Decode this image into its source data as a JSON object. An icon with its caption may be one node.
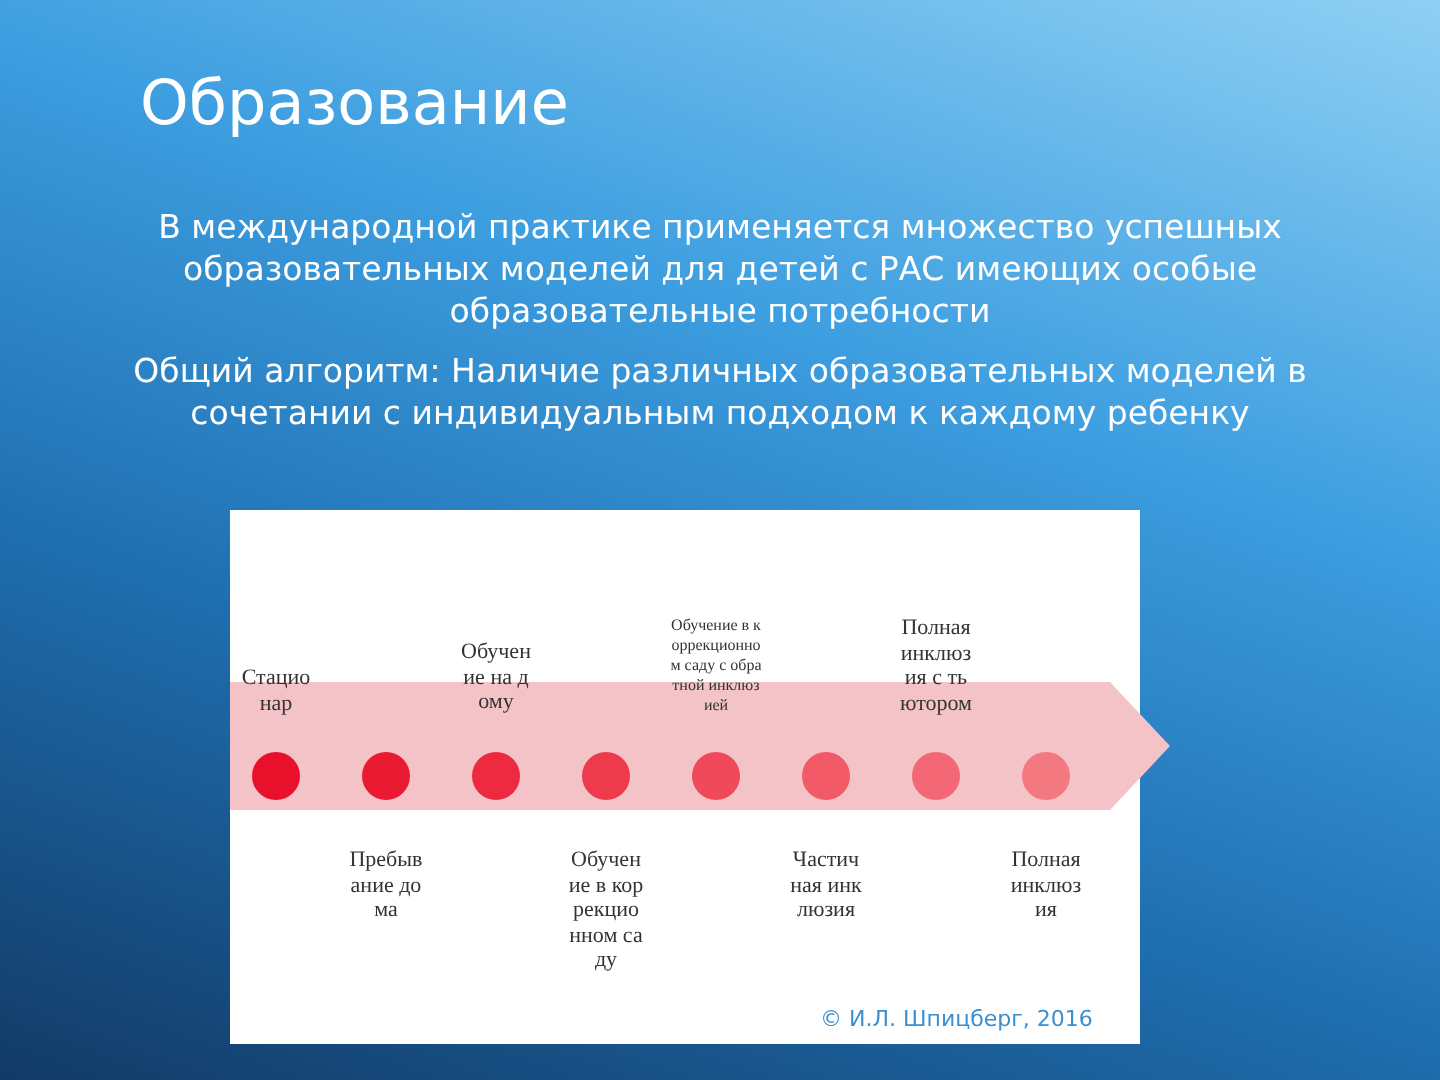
{
  "diagram": {
    "title": "Образование",
    "nodes": [
      {
        "text": [],
        "shape": "circle",
        "beside": [
          "Стационар"
        ]
      },
      {
        "text": [],
        "shape": "circle",
        "beside": [
          "Пребывание дома"
        ]
      },
      {
        "text": [],
        "shape": "circle",
        "beside": [
          "Обучение на дому"
        ]
      },
      {
        "text": [],
        "shape": "circle",
        "beside": [
          "Обучение в коррекционном саду"
        ]
      },
      {
        "text": [],
        "shape": "circle",
        "beside": [
          "Обучение в коррекционном саду с обратной инклюзией"
        ]
      },
      {
        "text": [],
        "shape": "circle",
        "beside": [
          "Частичная инклюзия"
        ]
      },
      {
        "text": [],
        "shape": "circle",
        "beside": [
          "Полная инклюзия с тьютором"
        ]
      },
      {
        "text": [],
        "shape": "circle",
        "beside": [
          "Полная инклюзия"
        ]
      }
    ],
    "edges": [],
    "labels": [
      "В международной практике применяется множество успешных образовательных моделей для детей с РАС имеющих особые образовательные потребности",
      "Общий алгоритм: Наличие различных образовательных моделей в сочетании с индивидуальным подходом к каждому ребенку",
      "© И.Л. Шпицберг, 2016"
    ]
  }
}
